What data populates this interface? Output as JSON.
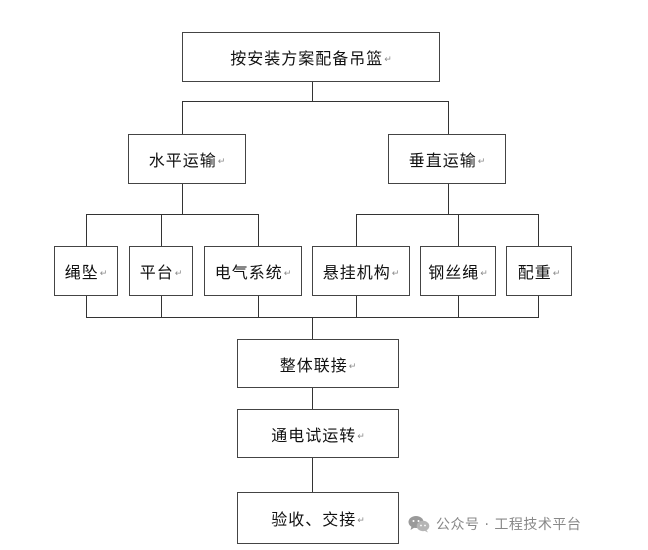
{
  "diagram": {
    "nodes": {
      "root": "按安装方案配备吊篮",
      "horizontal": "水平运输",
      "vertical": "垂直运输",
      "rope_weight": "绳坠",
      "platform": "平台",
      "electrical": "电气系统",
      "suspension": "悬挂机构",
      "wire_rope": "钢丝绳",
      "counterweight": "配重",
      "assembly": "整体联接",
      "power_test": "通电试运转",
      "acceptance": "验收、交接"
    },
    "paragraph_mark": "↵"
  },
  "watermark": {
    "text": "公众号 · 工程技术平台",
    "icon": "wechat-icon"
  }
}
